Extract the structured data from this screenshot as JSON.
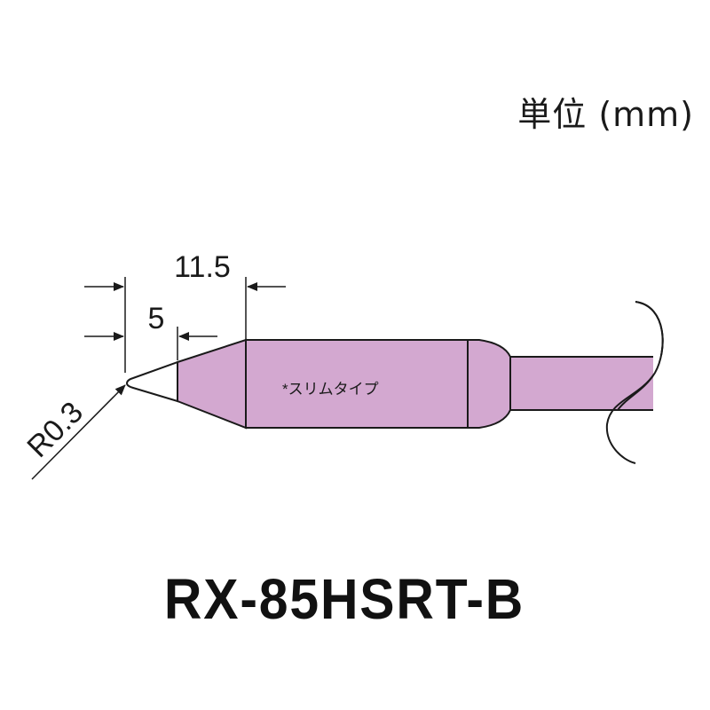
{
  "unit_label": "単位 (mm)",
  "model_name": "RX-85HSRT-B",
  "note": "*スリムタイプ",
  "dimensions": {
    "total_taper_length": "11.5",
    "flat_length": "5",
    "tip_radius": "R0.3"
  },
  "colors": {
    "tip_fill": "#d3a8d0",
    "outline": "#1a1a1a"
  }
}
